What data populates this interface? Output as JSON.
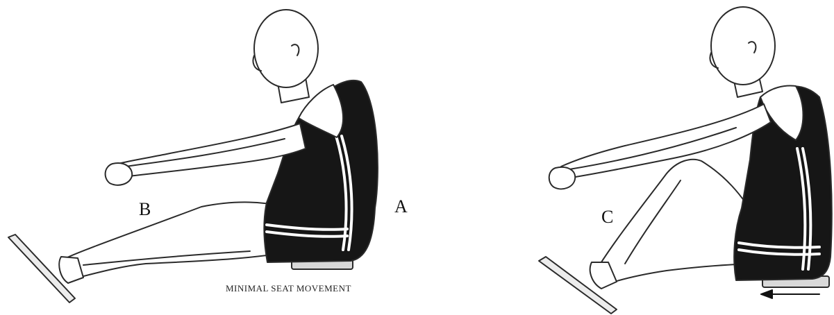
{
  "labels": {
    "a": "A",
    "b": "B",
    "c": "C"
  },
  "caption": "MINIMAL SEAT MOVEMENT",
  "colors": {
    "ink": "#111111",
    "skin_line": "#2a2a2a",
    "suit": "#161616",
    "stripe": "#ffffff",
    "seat": "#d9d9d9",
    "background": "#ffffff"
  }
}
